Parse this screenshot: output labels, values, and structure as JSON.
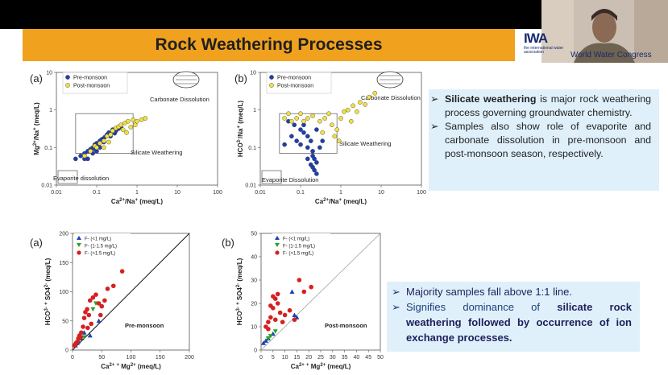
{
  "slide": {
    "title": "Rock Weathering Processes",
    "title_band_color": "#f0a11e",
    "logo": {
      "mark": "IWA",
      "small_text": "the international water association",
      "congress": "World Water Congress"
    }
  },
  "labels": {
    "a_top": "(a)",
    "b_top": "(b)",
    "a_bottom": "(a)",
    "b_bottom": "(b)"
  },
  "box1": {
    "items": [
      {
        "bold": "Silicate weathering",
        "rest": " is major rock weathering process governing groundwater chemistry."
      },
      {
        "bold": "",
        "rest": "Samples also show role of evaporite and carbonate dissolution in pre-monsoon and post-monsoon season, respectively."
      }
    ],
    "bg": "#dff0fb"
  },
  "box2": {
    "items": [
      {
        "pre": "Majority samples fall above 1:1 line.",
        "bold": ""
      },
      {
        "pre": "Signifies dominance of ",
        "bold": "silicate rock weathering followed by occurrence of ion exchange processes."
      }
    ]
  },
  "chart_data": [
    {
      "type": "scatter",
      "xlabel": "Ca2+/Na+ (meq/L)",
      "ylabel": "Mg2+/Na+ (meq/L)",
      "xscale": "log",
      "yscale": "log",
      "xlim": [
        0.01,
        100
      ],
      "ylim": [
        0.01,
        10
      ],
      "xticks": [
        "0.01",
        "0.1",
        "1",
        "10",
        "100"
      ],
      "yticks": [
        "0.01",
        "0.1",
        "1",
        "10"
      ],
      "legend": [
        "Pre-monsoon",
        "Post-monsoon"
      ],
      "annotations": [
        "Carbonate Dissolution",
        "Silicate Weathering",
        "Evaporite dissolution"
      ],
      "series": [
        {
          "name": "Pre-monsoon",
          "color": "#1f3fb0",
          "points": [
            [
              0.03,
              0.05
            ],
            [
              0.04,
              0.06
            ],
            [
              0.05,
              0.07
            ],
            [
              0.06,
              0.08
            ],
            [
              0.07,
              0.09
            ],
            [
              0.08,
              0.1
            ],
            [
              0.09,
              0.12
            ],
            [
              0.1,
              0.13
            ],
            [
              0.12,
              0.15
            ],
            [
              0.14,
              0.17
            ],
            [
              0.16,
              0.19
            ],
            [
              0.18,
              0.22
            ],
            [
              0.2,
              0.25
            ],
            [
              0.25,
              0.3
            ],
            [
              0.3,
              0.28
            ],
            [
              0.35,
              0.32
            ],
            [
              0.12,
              0.1
            ],
            [
              0.15,
              0.14
            ],
            [
              0.08,
              0.07
            ],
            [
              0.06,
              0.05
            ],
            [
              0.1,
              0.08
            ],
            [
              0.22,
              0.2
            ],
            [
              0.28,
              0.24
            ],
            [
              0.4,
              0.35
            ],
            [
              0.05,
              0.05
            ],
            [
              0.09,
              0.09
            ],
            [
              0.11,
              0.12
            ],
            [
              0.13,
              0.16
            ]
          ]
        },
        {
          "name": "Post-monsoon",
          "color": "#f2e040",
          "points": [
            [
              0.05,
              0.06
            ],
            [
              0.07,
              0.08
            ],
            [
              0.09,
              0.11
            ],
            [
              0.1,
              0.1
            ],
            [
              0.12,
              0.13
            ],
            [
              0.15,
              0.15
            ],
            [
              0.18,
              0.2
            ],
            [
              0.22,
              0.22
            ],
            [
              0.25,
              0.28
            ],
            [
              0.3,
              0.33
            ],
            [
              0.35,
              0.36
            ],
            [
              0.4,
              0.4
            ],
            [
              0.5,
              0.45
            ],
            [
              0.6,
              0.5
            ],
            [
              0.8,
              0.55
            ],
            [
              1.0,
              0.5
            ],
            [
              1.3,
              0.55
            ],
            [
              1.6,
              0.6
            ],
            [
              0.45,
              0.3
            ],
            [
              0.7,
              0.35
            ],
            [
              0.2,
              0.14
            ],
            [
              0.15,
              0.1
            ],
            [
              0.55,
              0.25
            ],
            [
              0.9,
              0.4
            ]
          ]
        }
      ]
    },
    {
      "type": "scatter",
      "xlabel": "Ca2+/Na+ (meq/L)",
      "ylabel": "HCO3-/Na+ (meq/L)",
      "xscale": "log",
      "yscale": "log",
      "xlim": [
        0.01,
        100
      ],
      "ylim": [
        0.01,
        10
      ],
      "xticks": [
        "0.01",
        "0.1",
        "1",
        "10",
        "100"
      ],
      "yticks": [
        "0.01",
        "0.1",
        "1",
        "10"
      ],
      "legend": [
        "Pre-monsoon",
        "Post-monsoon"
      ],
      "annotations": [
        "Carbonate Dissolution",
        "Silicate Weathering",
        "Evaporite Dissolution"
      ],
      "series": [
        {
          "name": "Pre-monsoon",
          "color": "#1f3fb0",
          "points": [
            [
              0.05,
              0.5
            ],
            [
              0.07,
              0.4
            ],
            [
              0.1,
              0.3
            ],
            [
              0.12,
              0.25
            ],
            [
              0.15,
              0.2
            ],
            [
              0.18,
              0.15
            ],
            [
              0.08,
              0.15
            ],
            [
              0.1,
              0.12
            ],
            [
              0.15,
              0.1
            ],
            [
              0.2,
              0.08
            ],
            [
              0.2,
              0.06
            ],
            [
              0.22,
              0.05
            ],
            [
              0.25,
              0.04
            ],
            [
              0.18,
              0.035
            ],
            [
              0.2,
              0.03
            ],
            [
              0.22,
              0.025
            ],
            [
              0.25,
              0.02
            ],
            [
              0.15,
              0.05
            ],
            [
              0.3,
              0.1
            ],
            [
              0.12,
              0.4
            ],
            [
              0.25,
              0.3
            ],
            [
              0.06,
              0.2
            ],
            [
              0.04,
              0.12
            ],
            [
              0.35,
              0.15
            ]
          ]
        },
        {
          "name": "Post-monsoon",
          "color": "#f2e040",
          "points": [
            [
              0.04,
              0.6
            ],
            [
              0.05,
              0.8
            ],
            [
              0.06,
              0.5
            ],
            [
              0.08,
              0.6
            ],
            [
              0.1,
              0.8
            ],
            [
              0.12,
              0.5
            ],
            [
              0.15,
              0.6
            ],
            [
              0.2,
              0.7
            ],
            [
              0.3,
              0.5
            ],
            [
              0.4,
              0.6
            ],
            [
              0.5,
              0.8
            ],
            [
              0.6,
              0.4
            ],
            [
              0.8,
              0.3
            ],
            [
              1.0,
              0.6
            ],
            [
              1.2,
              0.9
            ],
            [
              1.5,
              1.0
            ],
            [
              2.0,
              1.3
            ],
            [
              3.0,
              1.6
            ],
            [
              4.0,
              1.4
            ],
            [
              5.0,
              2.2
            ],
            [
              7.0,
              2.8
            ],
            [
              2.5,
              0.9
            ],
            [
              1.8,
              0.5
            ],
            [
              0.7,
              0.2
            ],
            [
              0.9,
              0.15
            ],
            [
              0.35,
              0.25
            ]
          ]
        }
      ]
    },
    {
      "type": "scatter",
      "xlabel": "Ca2+ + Mg2+ (meq/L)",
      "ylabel": "HCO3- + SO42- (meq/L)",
      "xlim": [
        0,
        200
      ],
      "ylim": [
        0,
        200
      ],
      "xticks": [
        "0",
        "50",
        "100",
        "150",
        "200"
      ],
      "yticks": [
        "0",
        "50",
        "100",
        "150",
        "200"
      ],
      "legend": [
        "F- (<1 mg/L)",
        "F- (1-1.5 mg/L)",
        "F- (>1.5 mg/L)"
      ],
      "annotations": [
        "Pre-monsoon"
      ],
      "series": [
        {
          "name": "F- (<1 mg/L)",
          "color": "#1f3fb0",
          "shape": "triangle-up",
          "points": [
            [
              8,
              12
            ],
            [
              15,
              20
            ],
            [
              30,
              25
            ],
            [
              45,
              50
            ],
            [
              20,
              30
            ],
            [
              10,
              15
            ],
            [
              5,
              8
            ]
          ]
        },
        {
          "name": "F- (1-1.5 mg/L)",
          "color": "#2aa02a",
          "shape": "triangle-down",
          "points": [
            [
              40,
              80
            ],
            [
              35,
              70
            ],
            [
              12,
              18
            ],
            [
              20,
              22
            ]
          ]
        },
        {
          "name": "F- (>1.5 mg/L)",
          "color": "#d62020",
          "shape": "circle",
          "points": [
            [
              5,
              10
            ],
            [
              8,
              14
            ],
            [
              10,
              20
            ],
            [
              12,
              25
            ],
            [
              15,
              30
            ],
            [
              18,
              40
            ],
            [
              20,
              55
            ],
            [
              22,
              65
            ],
            [
              25,
              70
            ],
            [
              28,
              60
            ],
            [
              30,
              85
            ],
            [
              35,
              90
            ],
            [
              40,
              95
            ],
            [
              45,
              80
            ],
            [
              50,
              75
            ],
            [
              60,
              105
            ],
            [
              70,
              110
            ],
            [
              85,
              135
            ],
            [
              55,
              85
            ],
            [
              48,
              60
            ],
            [
              32,
              45
            ],
            [
              26,
              38
            ],
            [
              6,
              12
            ],
            [
              3,
              8
            ],
            [
              14,
              22
            ]
          ]
        }
      ]
    },
    {
      "type": "scatter",
      "xlabel": "Ca2+ + Mg2+ (meq/L)",
      "ylabel": "HCO3- + SO42- (meq/L)",
      "xlim": [
        0,
        50
      ],
      "ylim": [
        0,
        50
      ],
      "xticks": [
        "0",
        "5",
        "10",
        "15",
        "20",
        "25",
        "30",
        "35",
        "40",
        "45",
        "50"
      ],
      "yticks": [
        "0",
        "10",
        "20",
        "30",
        "40",
        "50"
      ],
      "legend": [
        "F- (<1 mg/L)",
        "F- (1-1.5 mg/L)",
        "F- (>1.5 mg/L)"
      ],
      "annotations": [
        "Post-monsoon"
      ],
      "series": [
        {
          "name": "F- (<1 mg/L)",
          "color": "#1f3fb0",
          "shape": "triangle-up",
          "points": [
            [
              1,
              3
            ],
            [
              2,
              4
            ],
            [
              3,
              5
            ],
            [
              13,
              25
            ],
            [
              14,
              15
            ],
            [
              15,
              14
            ],
            [
              5,
              7
            ]
          ]
        },
        {
          "name": "F- (1-1.5 mg/L)",
          "color": "#2aa02a",
          "shape": "triangle-down",
          "points": [
            [
              4,
              6
            ],
            [
              6,
              8
            ],
            [
              3,
              5
            ]
          ]
        },
        {
          "name": "F- (>1.5 mg/L)",
          "color": "#d62020",
          "shape": "circle",
          "points": [
            [
              2,
              10
            ],
            [
              3,
              12
            ],
            [
              4,
              14
            ],
            [
              5,
              23
            ],
            [
              6,
              22
            ],
            [
              7,
              20
            ],
            [
              5,
              18
            ],
            [
              8,
              16
            ],
            [
              10,
              15
            ],
            [
              12,
              17
            ],
            [
              14,
              13
            ],
            [
              16,
              30
            ],
            [
              18,
              25
            ],
            [
              21,
              27
            ],
            [
              9,
              12
            ],
            [
              6,
              13
            ],
            [
              3,
              9
            ],
            [
              7,
              24
            ],
            [
              4,
              19
            ]
          ]
        }
      ]
    }
  ]
}
